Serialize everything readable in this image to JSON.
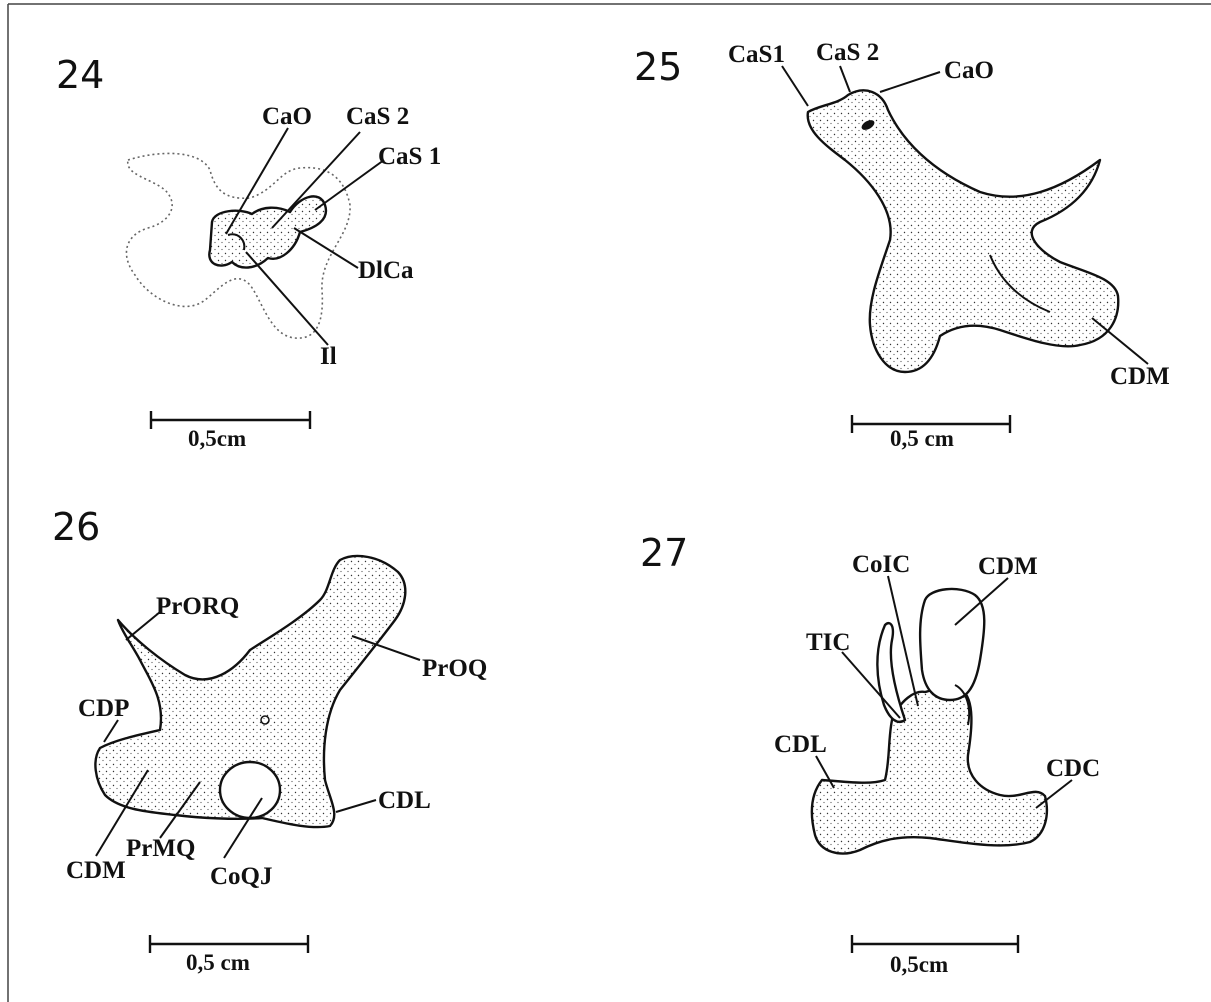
{
  "figures": [
    {
      "number": "24",
      "labels": [
        "CaO",
        "CaS 2",
        "CaS 1",
        "DlCa",
        "Il"
      ],
      "scale": "0,5cm"
    },
    {
      "number": "25",
      "labels": [
        "CaS1",
        "CaS 2",
        "CaO",
        "CDM"
      ],
      "scale": "0,5 cm"
    },
    {
      "number": "26",
      "labels": [
        "PrORQ",
        "PrOQ",
        "CDP",
        "CDL",
        "CDM",
        "PrMQ",
        "CoQJ"
      ],
      "scale": "0,5 cm"
    },
    {
      "number": "27",
      "labels": [
        "CoIC",
        "CDM",
        "TIC",
        "CDL",
        "CDC"
      ],
      "scale": "0,5cm"
    }
  ],
  "colors": {
    "ink": "#111111",
    "background": "#ffffff",
    "border": "#444444"
  }
}
